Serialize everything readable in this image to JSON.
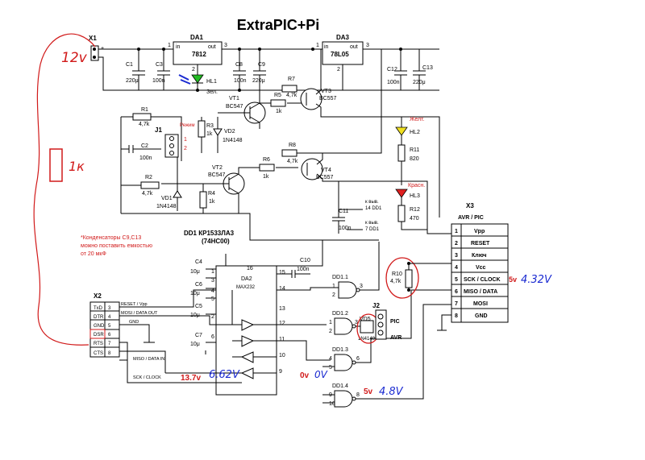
{
  "title": "ExtraPIC+Pi",
  "annotations": {
    "v12": "12v",
    "r1k": "1к",
    "v432": "4.32V",
    "v662": "6.62V",
    "v0": "0V",
    "v48": "4.8V",
    "red_5v_a": "5v",
    "red_13_7v": "13.7v",
    "red_0v": "0v",
    "red_5v_b": "5v"
  },
  "note": [
    "*Конденсаторы C9,C13",
    "можно поставить емкостью",
    "от 20 мкФ"
  ],
  "chip_label": [
    "DD1 КР1533ЛА3",
    "(74HC00)"
  ],
  "regulators": {
    "da1": {
      "name": "DA1",
      "part": "7812",
      "in": "in",
      "out": "out",
      "p1": "1",
      "p2": "2",
      "p3": "3"
    },
    "da3": {
      "name": "DA3",
      "part": "78L05",
      "in": "in",
      "out": "out",
      "p1": "1",
      "p2": "2",
      "p3": "3"
    }
  },
  "x1": {
    "name": "X1",
    "plus": "+"
  },
  "capacitors": [
    {
      "name": "C1",
      "value": "220μ"
    },
    {
      "name": "C3",
      "value": "100n"
    },
    {
      "name": "C8",
      "value": "100n"
    },
    {
      "name": "C9",
      "value": "220μ"
    },
    {
      "name": "C12",
      "value": "100n"
    },
    {
      "name": "C13",
      "value": "220μ"
    },
    {
      "name": "C2",
      "value": "100n"
    },
    {
      "name": "C11",
      "value": "100n"
    },
    {
      "name": "C4",
      "value": "10μ"
    },
    {
      "name": "C6",
      "value": "10μ"
    },
    {
      "name": "C5",
      "value": "10μ"
    },
    {
      "name": "C7",
      "value": "10μ"
    },
    {
      "name": "C10",
      "value": "100n"
    }
  ],
  "resistors": [
    {
      "name": "R1",
      "value": "4,7k"
    },
    {
      "name": "R2",
      "value": "4,7k"
    },
    {
      "name": "R3",
      "value": "1k"
    },
    {
      "name": "R4",
      "value": "1k"
    },
    {
      "name": "R5",
      "value": "1k"
    },
    {
      "name": "R6",
      "value": "1k"
    },
    {
      "name": "R7",
      "value": "4,7k"
    },
    {
      "name": "R8",
      "value": "4,7k"
    },
    {
      "name": "R10",
      "value": "4,7k"
    },
    {
      "name": "R11",
      "value": "820"
    },
    {
      "name": "R12",
      "value": "470"
    }
  ],
  "transistors": [
    {
      "name": "VT1",
      "part": "BC547"
    },
    {
      "name": "VT2",
      "part": "BC547"
    },
    {
      "name": "VT3",
      "part": "BC557"
    },
    {
      "name": "VT4",
      "part": "BC557"
    }
  ],
  "diodes": [
    {
      "name": "VD1",
      "part": "1N4148"
    },
    {
      "name": "VD2",
      "part": "1N4148"
    },
    {
      "name": "VD5",
      "part": "1N4148"
    }
  ],
  "leds": [
    {
      "name": "HL1",
      "color": "Зел."
    },
    {
      "name": "HL2",
      "color": "Желт."
    },
    {
      "name": "HL3",
      "color": "Красн."
    }
  ],
  "j1": {
    "name": "J1",
    "mode": "Режим",
    "p1": "1",
    "p2": "2"
  },
  "j2": {
    "name": "J2",
    "pic": "PIC",
    "avr": "AVR"
  },
  "pin_notes": {
    "a": "к выв.",
    "b": "14 DD1",
    "c": "к выв.",
    "d": "7 DD1"
  },
  "da2": {
    "name": "DA2",
    "part": "MAX232",
    "pins": [
      "16",
      "15",
      "14",
      "13",
      "12",
      "11",
      "10",
      "9",
      "1",
      "3",
      "4",
      "5",
      "2",
      "6"
    ]
  },
  "gates": [
    {
      "name": "DD1.1",
      "in1": "1",
      "in2": "2",
      "out": "3"
    },
    {
      "name": "DD1.2",
      "in1": "1",
      "in2": "2",
      "out": "3"
    },
    {
      "name": "DD1.3",
      "in1": "4",
      "in2": "5",
      "out": "6"
    },
    {
      "name": "DD1.4",
      "in1": "9",
      "in2": "10",
      "out": "8"
    }
  ],
  "x2": {
    "name": "X2",
    "rows": [
      {
        "label": "TxD",
        "pin": "3"
      },
      {
        "label": "DTR",
        "pin": "4"
      },
      {
        "label": "GND",
        "pin": "5"
      },
      {
        "label": "DSR",
        "pin": "6"
      },
      {
        "label": "RTS",
        "pin": "7"
      },
      {
        "label": "CTS",
        "pin": "8"
      }
    ],
    "signals": [
      "RESET / Vpp",
      "MOSI / DATA OUT",
      "GND",
      "MISO / DATA IN",
      "SCK / CLOCK"
    ]
  },
  "x3": {
    "name": "X3",
    "subtitle": "AVR / PIC",
    "rows": [
      {
        "pin": "1",
        "label": "Vpp"
      },
      {
        "pin": "2",
        "label": "RESET"
      },
      {
        "pin": "3",
        "label": "Ключ"
      },
      {
        "pin": "4",
        "label": "Vcc"
      },
      {
        "pin": "5",
        "label": "SCK / CLOCK"
      },
      {
        "pin": "6",
        "label": "MISO / DATA"
      },
      {
        "pin": "7",
        "label": "MOSI"
      },
      {
        "pin": "8",
        "label": "GND"
      }
    ]
  },
  "colors": {
    "annotation_red": "#d11a1a",
    "annotation_blue": "#1a2ad1",
    "led_green": "#22bb22",
    "led_yellow": "#f0e020",
    "led_red": "#e02020"
  }
}
